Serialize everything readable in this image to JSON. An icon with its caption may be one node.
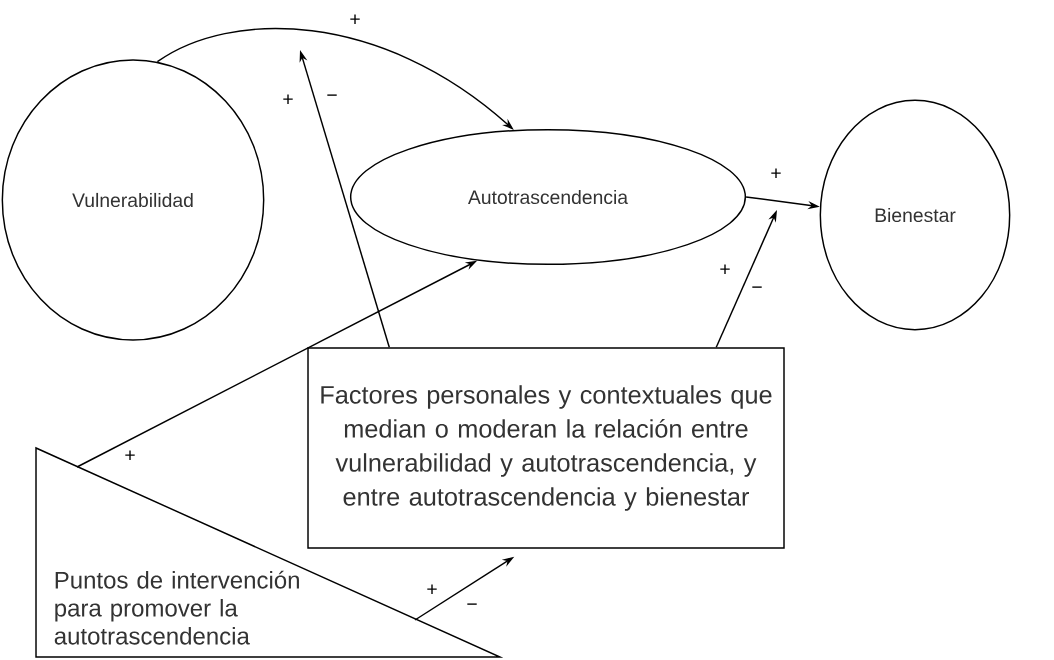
{
  "diagram": {
    "nodes": [
      {
        "text": [
          "Vulnerabilidad"
        ]
      },
      {
        "text": [
          "Autotrascendencia"
        ]
      },
      {
        "text": [
          "Bienestar"
        ]
      },
      {
        "text": [
          "Factores personales y contextuales que median o moderan la relación entre vulnerabilidad y autotrascendencia, y entre autotrascendencia y bienestar"
        ]
      },
      {
        "text": [
          "Puntos de intervención para promover la autotrascendencia"
        ]
      }
    ],
    "edges": [
      {
        "from": 0,
        "to": 1,
        "arrow": "to",
        "label": "+"
      },
      {
        "from": 1,
        "to": 2,
        "arrow": "to",
        "label": "+"
      },
      {
        "from": 3,
        "to": null,
        "arrow": "to",
        "label": "+"
      },
      {
        "from": 3,
        "to": null,
        "arrow": "to",
        "label": "+"
      },
      {
        "from": 4,
        "to": 1,
        "arrow": "to",
        "label": "+"
      },
      {
        "from": 4,
        "to": 3,
        "arrow": "to",
        "label": "+"
      }
    ],
    "labels": [
      "−",
      "−",
      "−"
    ]
  }
}
